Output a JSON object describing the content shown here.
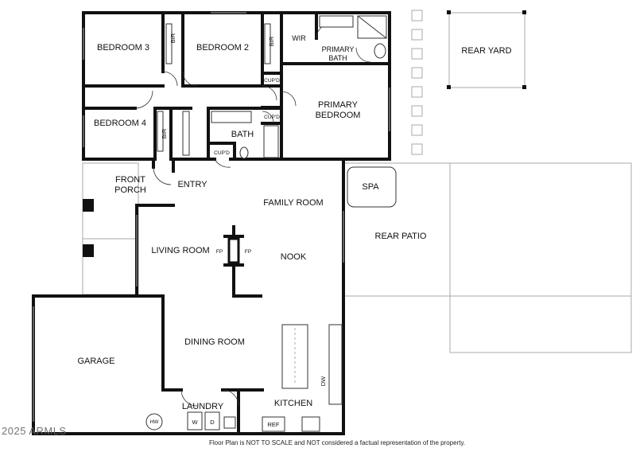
{
  "rooms": {
    "bedroom3": "BEDROOM 3",
    "bedroom2": "BEDROOM 2",
    "bedroom4": "BEDROOM 4",
    "wir": "WIR",
    "primary_bath_line1": "PRIMARY",
    "primary_bath_line2": "BATH",
    "primary_bedroom_line1": "PRIMARY",
    "primary_bedroom_line2": "BEDROOM",
    "bath": "BATH",
    "front_porch_line1": "FRONT",
    "front_porch_line2": "PORCH",
    "entry": "ENTRY",
    "family_room": "FAMILY ROOM",
    "living_room": "LIVING ROOM",
    "nook": "NOOK",
    "dining_room": "DINING ROOM",
    "garage": "GARAGE",
    "laundry": "LAUNDRY",
    "kitchen": "KITCHEN",
    "rear_yard": "REAR YARD",
    "spa": "SPA",
    "rear_patio": "REAR PATIO"
  },
  "fixtures": {
    "bir": "BIR",
    "cupd": "CUP'D",
    "fp": "FP",
    "dw": "DW",
    "hw": "HW",
    "washer": "W",
    "dryer": "D",
    "ref": "REF"
  },
  "watermark": "2025 ARMLS",
  "disclaimer": "Floor Plan is NOT TO SCALE and NOT considered a factual representation of the property."
}
